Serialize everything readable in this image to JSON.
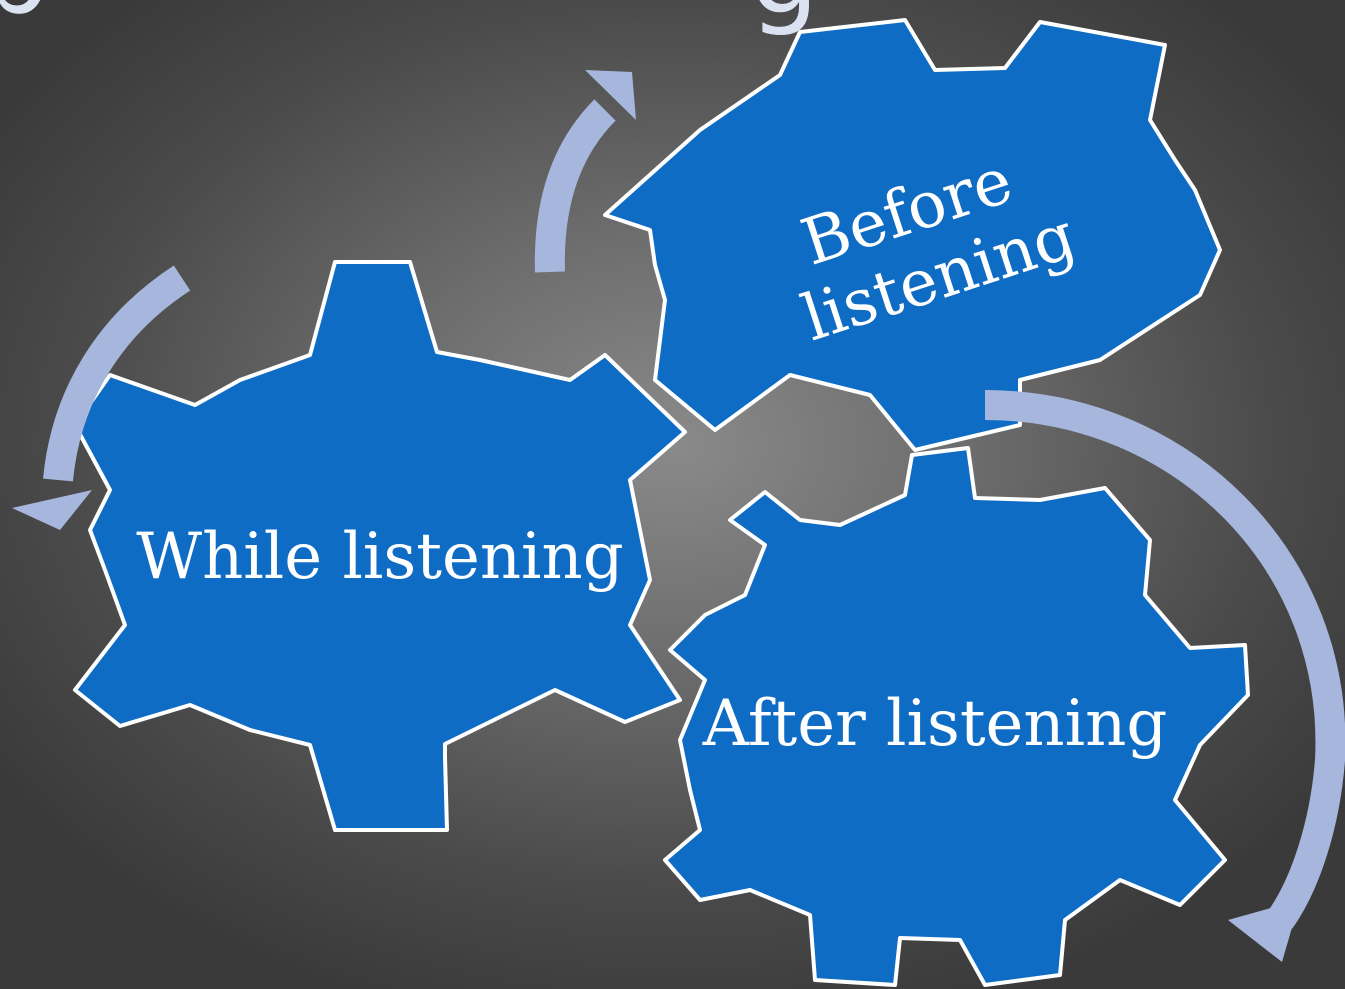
{
  "slide": {
    "title": "p                    g                  g"
  },
  "diagram": {
    "gears": [
      {
        "id": "before",
        "lines": [
          "Before",
          "listening"
        ]
      },
      {
        "id": "while",
        "lines": [
          "While listening"
        ]
      },
      {
        "id": "after",
        "lines": [
          "After listening"
        ]
      }
    ],
    "arrow_color": "#a6b6dd",
    "gear_color": "#0f6cc4"
  }
}
